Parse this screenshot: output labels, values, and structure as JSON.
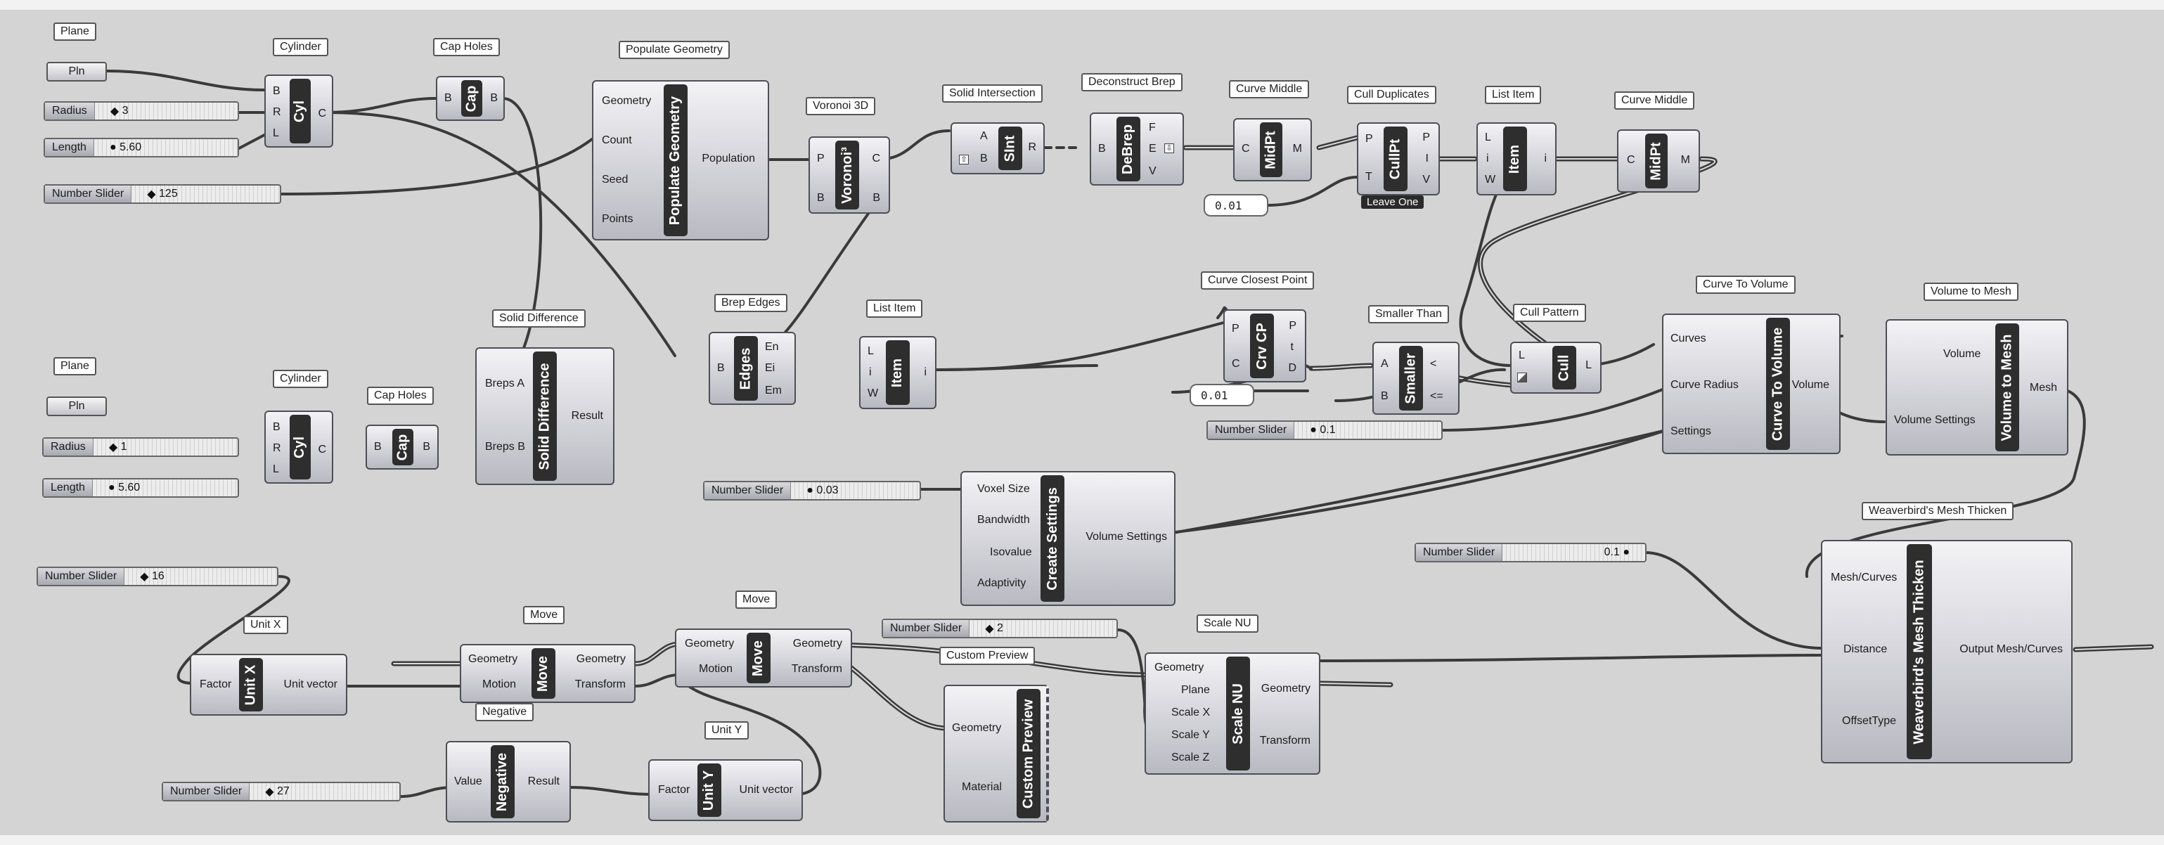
{
  "components": {
    "plane1": {
      "tag": "Plane",
      "label": "Pln"
    },
    "plane2": {
      "tag": "Plane",
      "label": "Pln"
    },
    "cylinder1": {
      "tag": "Cylinder",
      "nick": "Cyl",
      "inputs": [
        "B",
        "R",
        "L"
      ],
      "outputs": [
        "C"
      ]
    },
    "cylinder2": {
      "tag": "Cylinder",
      "nick": "Cyl",
      "inputs": [
        "B",
        "R",
        "L"
      ],
      "outputs": [
        "C"
      ]
    },
    "cap1": {
      "tag": "Cap Holes",
      "nick": "Cap",
      "inputs": [
        "B"
      ],
      "outputs": [
        "B"
      ]
    },
    "cap2": {
      "tag": "Cap Holes",
      "nick": "Cap",
      "inputs": [
        "B"
      ],
      "outputs": [
        "B"
      ]
    },
    "populate": {
      "tag": "Populate Geometry",
      "nick": "Populate Geometry",
      "inputs": [
        "Geometry",
        "Count",
        "Seed",
        "Points"
      ],
      "outputs": [
        "Population"
      ]
    },
    "voronoi": {
      "tag": "Voronoi 3D",
      "nick": "Voronoi³",
      "inputs": [
        "P",
        "B"
      ],
      "outputs": [
        "C",
        "B"
      ]
    },
    "solid_int": {
      "tag": "Solid Intersection",
      "nick": "SInt",
      "inputs": [
        "A",
        "B"
      ],
      "outputs": [
        "R"
      ]
    },
    "deconstruct": {
      "tag": "Deconstruct Brep",
      "nick": "DeBrep",
      "inputs": [
        "B"
      ],
      "outputs": [
        "F",
        "E",
        "V"
      ]
    },
    "midpt1": {
      "tag": "Curve Middle",
      "nick": "MidPt",
      "inputs": [
        "C"
      ],
      "outputs": [
        "M"
      ]
    },
    "cull_dup": {
      "tag": "Cull Duplicates",
      "nick": "CullPt",
      "inputs": [
        "P",
        "T"
      ],
      "outputs": [
        "P",
        "I",
        "V"
      ],
      "mode": "Leave One"
    },
    "list_item1": {
      "tag": "List Item",
      "nick": "Item",
      "inputs": [
        "L",
        "i",
        "W"
      ],
      "outputs": [
        "i"
      ]
    },
    "midpt2": {
      "tag": "Curve Middle",
      "nick": "MidPt",
      "inputs": [
        "C"
      ],
      "outputs": [
        "M"
      ]
    },
    "solid_diff": {
      "tag": "Solid Difference",
      "nick": "Solid Difference",
      "inputs": [
        "Breps A",
        "Breps B"
      ],
      "outputs": [
        "Result"
      ]
    },
    "brep_edges": {
      "tag": "Brep Edges",
      "nick": "Edges",
      "inputs": [
        "B"
      ],
      "outputs": [
        "En",
        "Ei",
        "Em"
      ]
    },
    "list_item2": {
      "tag": "List Item",
      "nick": "Item",
      "inputs": [
        "L",
        "i",
        "W"
      ],
      "outputs": [
        "i"
      ]
    },
    "crv_cp": {
      "tag": "Curve Closest Point",
      "nick": "Crv CP",
      "inputs": [
        "P",
        "C"
      ],
      "outputs": [
        "P",
        "t",
        "D"
      ]
    },
    "smaller": {
      "tag": "Smaller Than",
      "nick": "Smaller",
      "inputs": [
        "A",
        "B"
      ],
      "outputs": [
        "<",
        "<="
      ]
    },
    "cull_pattern": {
      "tag": "Cull Pattern",
      "nick": "Cull",
      "inputs": [
        "L",
        ""
      ],
      "outputs": [
        "L"
      ]
    },
    "crv_to_vol": {
      "tag": "Curve To Volume",
      "nick": "Curve To Volume",
      "inputs": [
        "Curves",
        "Curve Radius",
        "Settings"
      ],
      "outputs": [
        "Volume"
      ]
    },
    "vol_to_mesh": {
      "tag": "Volume to Mesh",
      "nick": "Volume to Mesh",
      "inputs": [
        "Volume",
        "Volume Settings"
      ],
      "outputs": [
        "Mesh"
      ]
    },
    "create_settings": {
      "nick": "Create Settings",
      "inputs": [
        "Voxel Size",
        "Bandwidth",
        "Isovalue",
        "Adaptivity"
      ],
      "outputs": [
        "Volume Settings"
      ]
    },
    "wb_thicken": {
      "tag": "Weaverbird's Mesh Thicken",
      "nick": "Weaverbird's Mesh Thicken",
      "inputs": [
        "Mesh/Curves",
        "Distance",
        "OffsetType"
      ],
      "outputs": [
        "Output Mesh/Curves"
      ]
    },
    "unit_x": {
      "tag": "Unit X",
      "nick": "Unit X",
      "inputs": [
        "Factor"
      ],
      "outputs": [
        "Unit vector"
      ]
    },
    "move1": {
      "tag": "Move",
      "nick": "Move",
      "inputs": [
        "Geometry",
        "Motion"
      ],
      "outputs": [
        "Geometry",
        "Transform"
      ]
    },
    "move2": {
      "tag": "Move",
      "nick": "Move",
      "inputs": [
        "Geometry",
        "Motion"
      ],
      "outputs": [
        "Geometry",
        "Transform"
      ]
    },
    "negative": {
      "tag": "Negative",
      "nick": "Negative",
      "inputs": [
        "Value"
      ],
      "outputs": [
        "Result"
      ]
    },
    "unit_y": {
      "tag": "Unit Y",
      "nick": "Unit Y",
      "inputs": [
        "Factor"
      ],
      "outputs": [
        "Unit vector"
      ]
    },
    "custom_preview": {
      "tag": "Custom Preview",
      "nick": "Custom Preview",
      "inputs": [
        "Geometry",
        "Material"
      ],
      "outputs": []
    },
    "scale_nu": {
      "tag": "Scale NU",
      "nick": "Scale NU",
      "inputs": [
        "Geometry",
        "Plane",
        "Scale X",
        "Scale Y",
        "Scale Z"
      ],
      "outputs": [
        "Geometry",
        "Transform"
      ]
    }
  },
  "sliders": {
    "radius1": {
      "label": "Radius",
      "value": "3",
      "marker": "◆"
    },
    "length1": {
      "label": "Length",
      "value": "5.60",
      "marker": "●"
    },
    "count": {
      "label": "Number Slider",
      "value": "125",
      "marker": "◆"
    },
    "radius2": {
      "label": "Radius",
      "value": "1",
      "marker": "◆"
    },
    "length2": {
      "label": "Length",
      "value": "5.60",
      "marker": "●"
    },
    "voxel": {
      "label": "Number Slider",
      "value": "0.03",
      "marker": "●"
    },
    "curve_radius": {
      "label": "Number Slider",
      "value": "0.1",
      "marker": "●"
    },
    "thickness": {
      "label": "Number Slider",
      "value": "0.1",
      "marker": "●"
    },
    "move_x": {
      "label": "Number Slider",
      "value": "16",
      "marker": "◆"
    },
    "move_y": {
      "label": "Number Slider",
      "value": "27",
      "marker": "◆"
    },
    "scale_z": {
      "label": "Number Slider",
      "value": "2",
      "marker": "◆"
    }
  },
  "panels": {
    "tolerance": "0.01",
    "distance": "0.01"
  }
}
